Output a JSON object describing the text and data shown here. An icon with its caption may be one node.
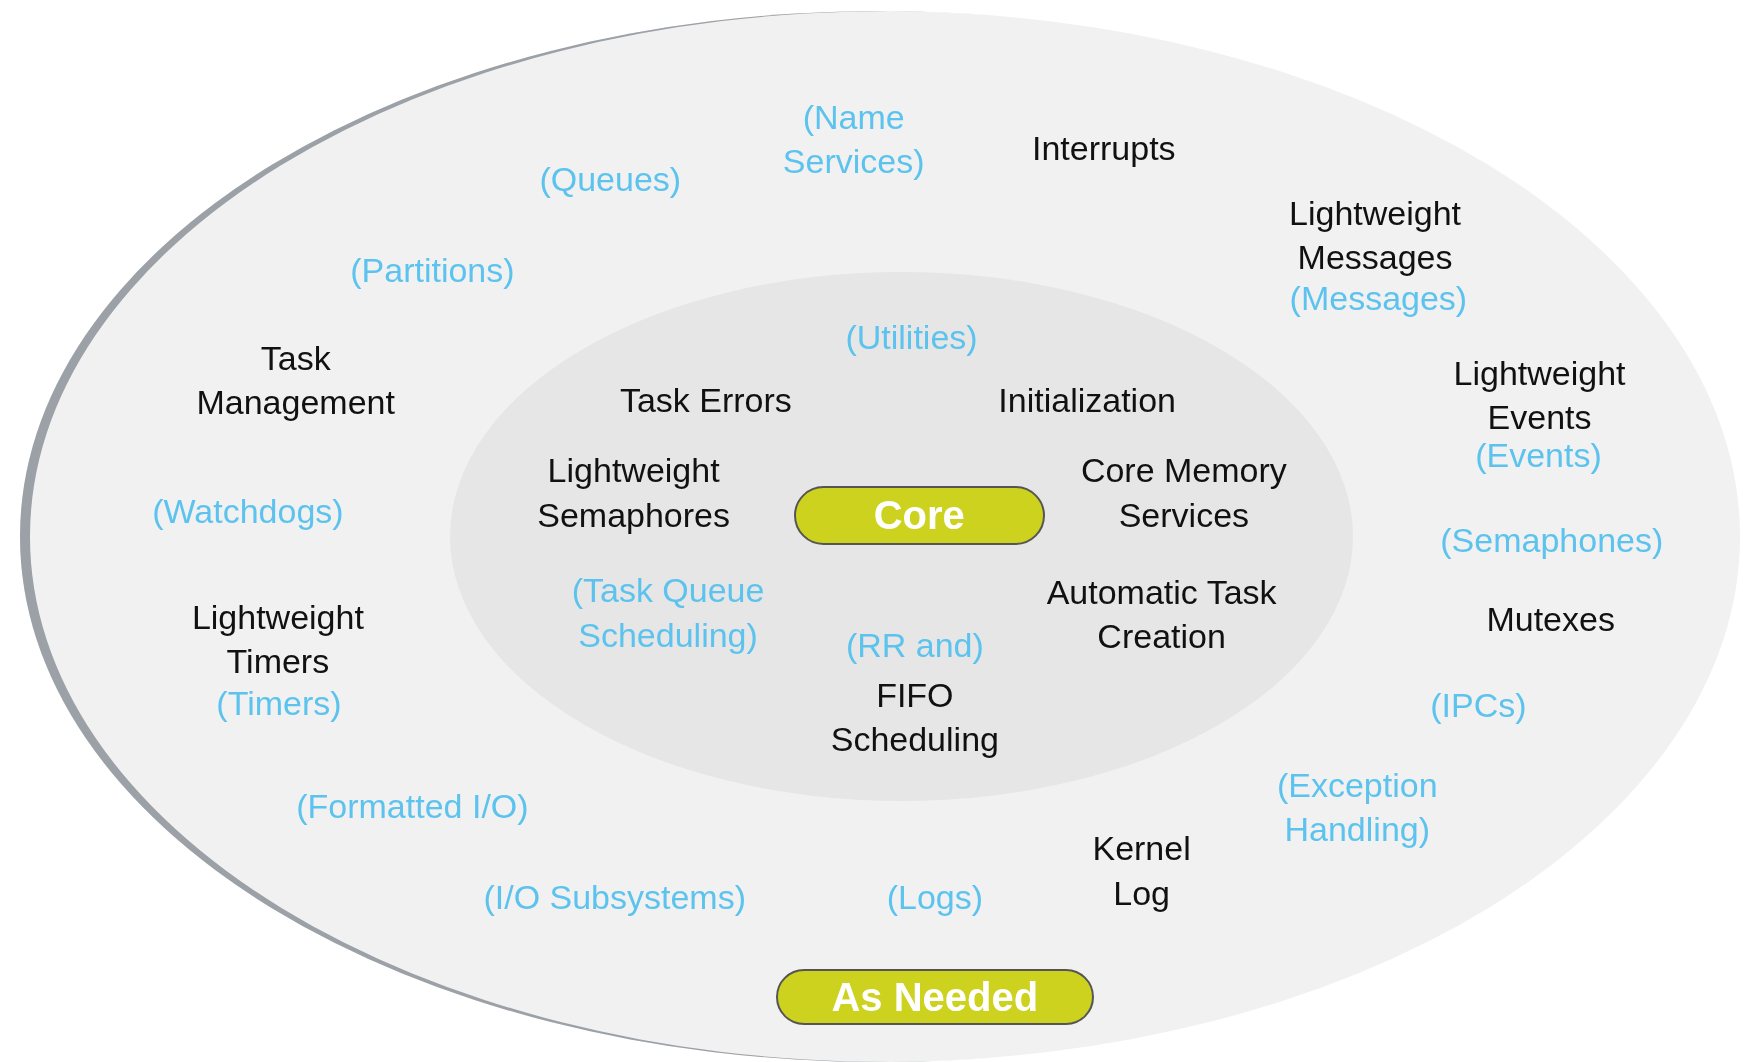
{
  "diagram": {
    "nodes": [
      {
        "text": [],
        "shape": "ellipse"
      },
      {
        "text": [
          "As Needed"
        ],
        "in": 0
      },
      {
        "text": [],
        "shape": "ellipse",
        "in": 0
      },
      {
        "text": [
          "Core"
        ],
        "in": 2
      }
    ],
    "labels": [
      "(Name Services)",
      "Interrupts",
      "(Queues)",
      "Lightweight Messages",
      "(Messages)",
      "(Partitions)",
      "(Utilities)",
      "Task Management",
      "Lightweight Events",
      "Task Errors",
      "Initialization",
      "(Events)",
      "Lightweight Semaphores",
      "Core Memory Services",
      "(Watchdogs)",
      "(Semaphones)",
      "Lightweight Timers",
      "(Task Queue Scheduling)",
      "(RR and)",
      "Automatic Task Creation",
      "Mutexes",
      "(Timers)",
      "FIFO Scheduling",
      "(IPCs)",
      "(Exception Handling)",
      "(Formatted I/O)",
      "Kernel Log",
      "(I/O Subsystems)",
      "(Logs)"
    ]
  }
}
